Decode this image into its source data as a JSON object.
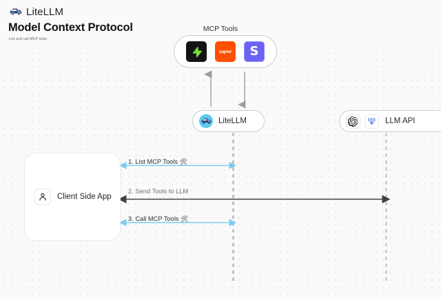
{
  "brand": {
    "name": "LiteLLM",
    "icon": "truck-icon"
  },
  "header": {
    "title": "Model Context Protocol",
    "subtitle": "List and call MCP tools"
  },
  "diagram": {
    "mcp_group": {
      "label": "MCP Tools",
      "tools": [
        {
          "name": "supabase",
          "label": "",
          "color": "#141414",
          "icon": "supabase-triangle-icon"
        },
        {
          "name": "zapier",
          "label": "zapier",
          "color": "#ff4f00",
          "icon": "zapier-wordmark-icon"
        },
        {
          "name": "slack",
          "label": "S",
          "color": "#6c63f5",
          "icon": "slack-s-icon"
        }
      ]
    },
    "nodes": [
      {
        "id": "litellm",
        "label": "LiteLLM",
        "icon": "litellm-avatar-icon"
      },
      {
        "id": "llm-api",
        "label": "LLM API",
        "icons": [
          "openai-icon",
          "anthropic-icon"
        ]
      },
      {
        "id": "client",
        "label": "Client Side App",
        "icon": "person-icon"
      }
    ],
    "arrows": [
      {
        "id": "1",
        "label": "1. List MCP Tools",
        "emoji": "🛠",
        "color": "#7ecbf0",
        "direction": "left"
      },
      {
        "id": "2",
        "label": "2. Send Tools to LLM",
        "emoji": "",
        "color": "#4a4f56",
        "direction": "left"
      },
      {
        "id": "3",
        "label": "3. Call MCP Tools",
        "emoji": "🛠",
        "color": "#7ecbf0",
        "direction": "left"
      }
    ],
    "colors": {
      "canvas_bg": "#fafafa",
      "dot_grid": "#e6e6e8",
      "lifeline": "#b9bcc1",
      "accent_blue": "#7ecbf0",
      "arrow_dark": "#4a4f56",
      "node_border": "#c9ccd1"
    }
  }
}
